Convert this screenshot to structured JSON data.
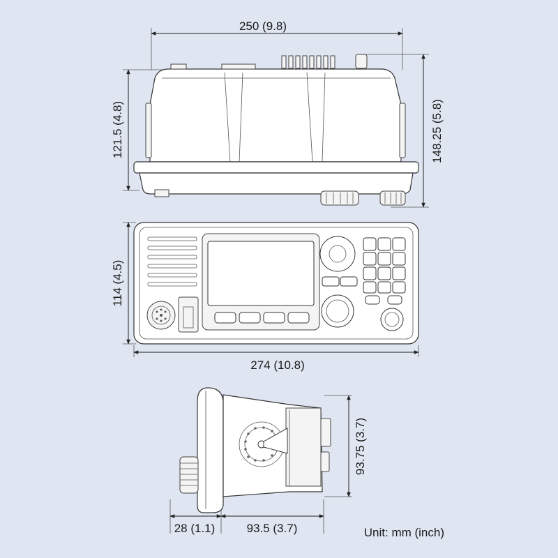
{
  "dimensions": {
    "top_width": "250 (9.8)",
    "top_height_left": "121.5 (4.8)",
    "top_height_right": "148.25 (5.8)",
    "front_height": "114 (4.5)",
    "front_width": "274 (10.8)",
    "side_height": "93.75 (3.7)",
    "side_depth_front": "28 (1.1)",
    "side_depth_body": "93.5 (3.7)"
  },
  "unit_label": "Unit: mm (inch)"
}
